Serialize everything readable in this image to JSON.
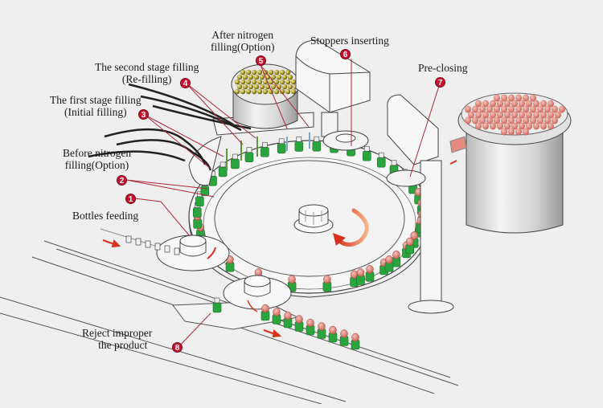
{
  "diagram": {
    "title": "Filling and stoppering machine process",
    "colors": {
      "background": "#efefef",
      "callout": "#c8102e",
      "bottle_green": "#2aa43c",
      "stopper_pink": "#e58a80",
      "line": "#555555",
      "arrow": "#e0332a",
      "brass_balls": "#b8a72a"
    },
    "steps": [
      {
        "number": "1",
        "label": "Bottles feeding"
      },
      {
        "number": "2",
        "label_line1": "Before nitrogen",
        "label_line2": "filling(Option)"
      },
      {
        "number": "3",
        "label_line1": "The first stage filling",
        "label_line2": "(Initial filling)"
      },
      {
        "number": "4",
        "label_line1": "The second stage filling",
        "label_line2": "(Re-filling)"
      },
      {
        "number": "5",
        "label_line1": "After nitrogen",
        "label_line2": "filling(Option)"
      },
      {
        "number": "6",
        "label": "Stoppers inserting"
      },
      {
        "number": "7",
        "label": "Pre-closing"
      },
      {
        "number": "8",
        "label_line1": "Reject improper",
        "label_line2": "the product"
      }
    ],
    "icons": {
      "rotation": "clockwise-rotation-arrow-icon",
      "flow": "flow-direction-arrow-icon"
    }
  }
}
